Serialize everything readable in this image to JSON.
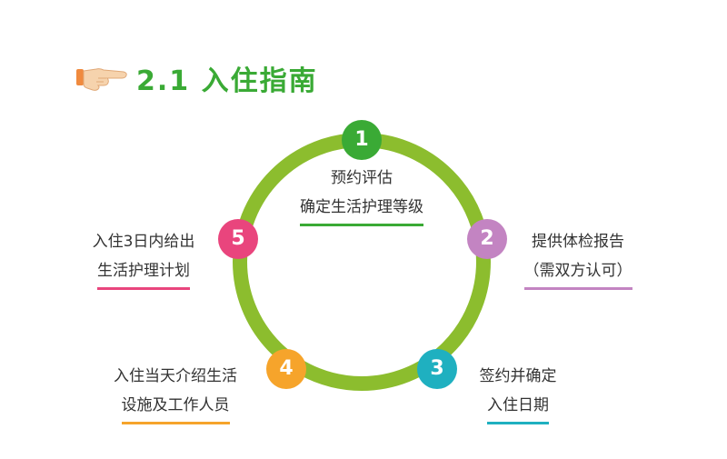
{
  "header": {
    "title": "2.1  入住指南",
    "icon": "pointing-hand-icon"
  },
  "colors": {
    "ring": "#8cbd2e",
    "title": "#3aaa35",
    "step1": "#3aaa35",
    "step2": "#c384c2",
    "step3": "#1fb0c0",
    "step4": "#f6a42b",
    "step5": "#e9457d"
  },
  "steps": [
    {
      "number": "1",
      "line1": "预约评估",
      "line2": "确定生活护理等级"
    },
    {
      "number": "2",
      "line1": "提供体检报告",
      "line2": "（需双方认可）"
    },
    {
      "number": "3",
      "line1": "签约并确定",
      "line2": "入住日期"
    },
    {
      "number": "4",
      "line1": "入住当天介绍生活",
      "line2": "设施及工作人员"
    },
    {
      "number": "5",
      "line1": "入住3日内给出",
      "line2": "生活护理计划"
    }
  ]
}
